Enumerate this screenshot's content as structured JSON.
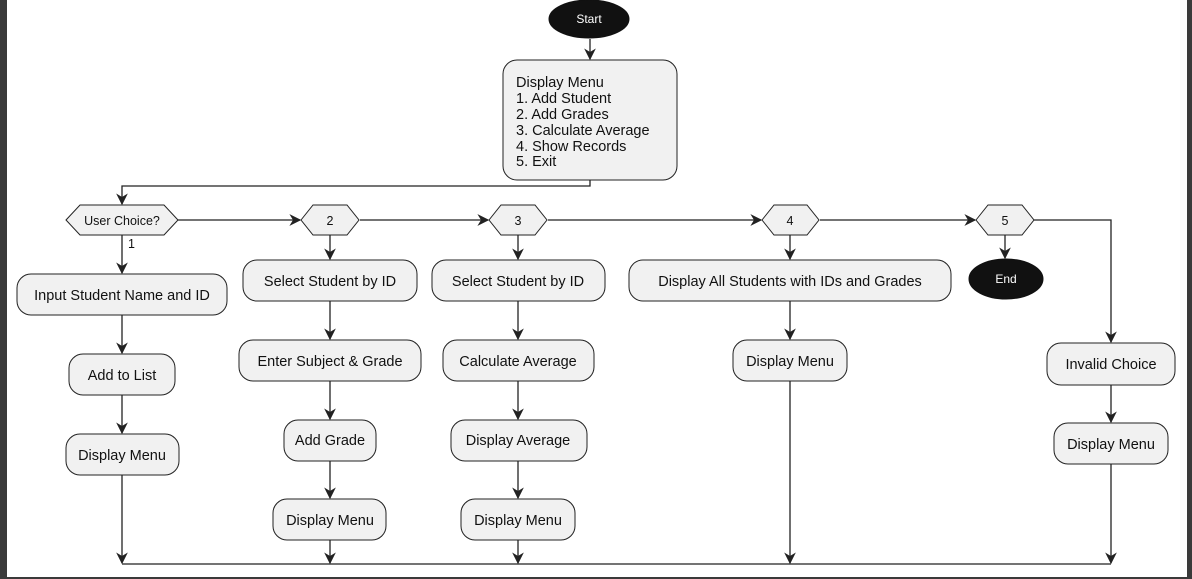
{
  "nodes": {
    "start": "Start",
    "end": "End",
    "menu": {
      "lines": [
        "Display Menu",
        "1. Add Student",
        "2. Add Grades",
        "3. Calculate Average",
        "4. Show Records",
        "5.  Exit"
      ]
    },
    "decision_choice": "User Choice?",
    "branch_1_label": "1",
    "decision_2": "2",
    "decision_3": "3",
    "decision_4": "4",
    "decision_5": "5",
    "branch1": {
      "input": "Input Student Name and ID",
      "add": "Add to List",
      "display": "Display Menu"
    },
    "branch2": {
      "select": "Select Student by ID",
      "enter": "Enter Subject & Grade",
      "add": "Add Grade",
      "display": "Display Menu"
    },
    "branch3": {
      "select": "Select Student by ID",
      "calc": "Calculate Average",
      "show": "Display Average",
      "display": "Display Menu"
    },
    "branch4": {
      "all": "Display All Students with IDs and Grades",
      "display": "Display Menu"
    },
    "default": {
      "invalid": "Invalid Choice",
      "display": "Display Menu"
    }
  }
}
